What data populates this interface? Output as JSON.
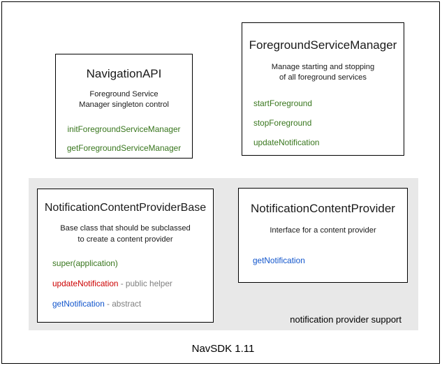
{
  "diagram": {
    "footer_caption": "NavSDK 1.11",
    "group_panel": {
      "label": "notification provider support",
      "background_color": "#e8e8e8"
    },
    "colors": {
      "green": "#38761d",
      "red": "#cc0000",
      "blue": "#1155cc",
      "note_gray": "#7f7f7f",
      "border": "#000000",
      "background": "#ffffff"
    },
    "boxes": [
      {
        "id": "navigation-api",
        "title": "NavigationAPI",
        "description_lines": [
          "Foreground Service",
          "Manager singleton control"
        ],
        "methods": [
          {
            "name": "initForegroundServiceManager",
            "color": "green",
            "note": ""
          },
          {
            "name": "getForegroundServiceManager",
            "color": "green",
            "note": ""
          }
        ]
      },
      {
        "id": "foreground-service-manager",
        "title": "ForegroundServiceManager",
        "description_lines": [
          "Manage starting and stopping",
          "of all foreground services"
        ],
        "methods": [
          {
            "name": "startForeground",
            "color": "green",
            "note": ""
          },
          {
            "name": "stopForeground",
            "color": "green",
            "note": ""
          },
          {
            "name": "updateNotification",
            "color": "green",
            "note": ""
          }
        ]
      },
      {
        "id": "notification-content-provider-base",
        "title": "NotificationContentProviderBase",
        "description_lines": [
          "Base class that should be subclassed",
          "to create a content provider"
        ],
        "methods": [
          {
            "name": "super(application)",
            "color": "green",
            "note": ""
          },
          {
            "name": "updateNotification",
            "color": "red",
            "note": " - public helper"
          },
          {
            "name": "getNotification",
            "color": "blue",
            "note": " - abstract"
          }
        ]
      },
      {
        "id": "notification-content-provider",
        "title": "NotificationContentProvider",
        "description_lines": [
          "Interface for a content provider"
        ],
        "methods": [
          {
            "name": "getNotification",
            "color": "blue",
            "note": ""
          }
        ]
      }
    ]
  }
}
